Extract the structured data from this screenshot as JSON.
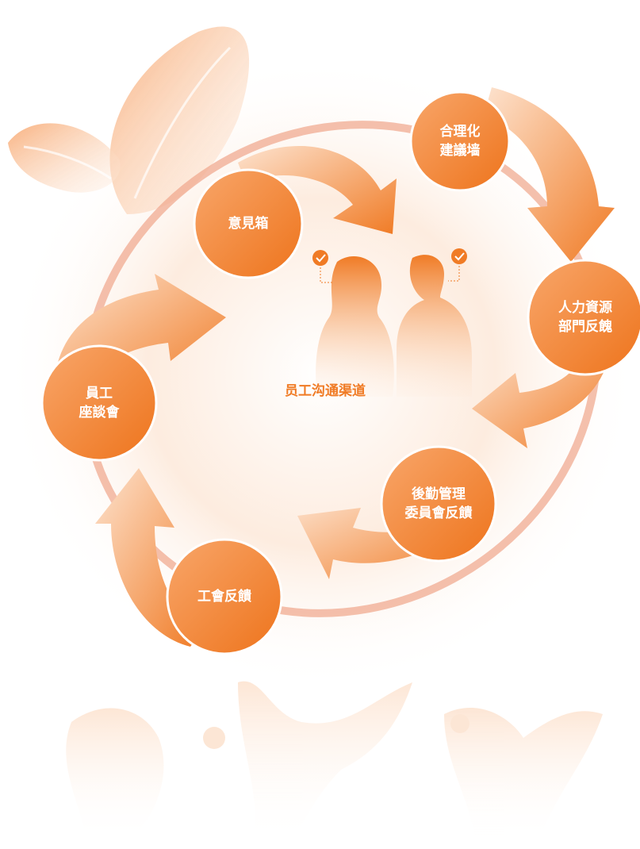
{
  "center_title": "员工沟通渠道",
  "nodes": [
    {
      "id": "suggestion-box",
      "lines": [
        "意見箱"
      ]
    },
    {
      "id": "rationalization-wall",
      "lines": [
        "合理化",
        "建議墙"
      ]
    },
    {
      "id": "hr-feedback",
      "lines": [
        "人力資源",
        "部門反餽"
      ]
    },
    {
      "id": "logistics-committee",
      "lines": [
        "後勤管理",
        "委員會反饋"
      ]
    },
    {
      "id": "union-feedback",
      "lines": [
        "工會反饋"
      ]
    },
    {
      "id": "employee-forum",
      "lines": [
        "員工",
        "座談會"
      ]
    }
  ],
  "colors": {
    "accent": "#f07b25",
    "accent_light": "#f9b27a",
    "ring": "#e9967a",
    "background_glow": "#fde8d6"
  }
}
